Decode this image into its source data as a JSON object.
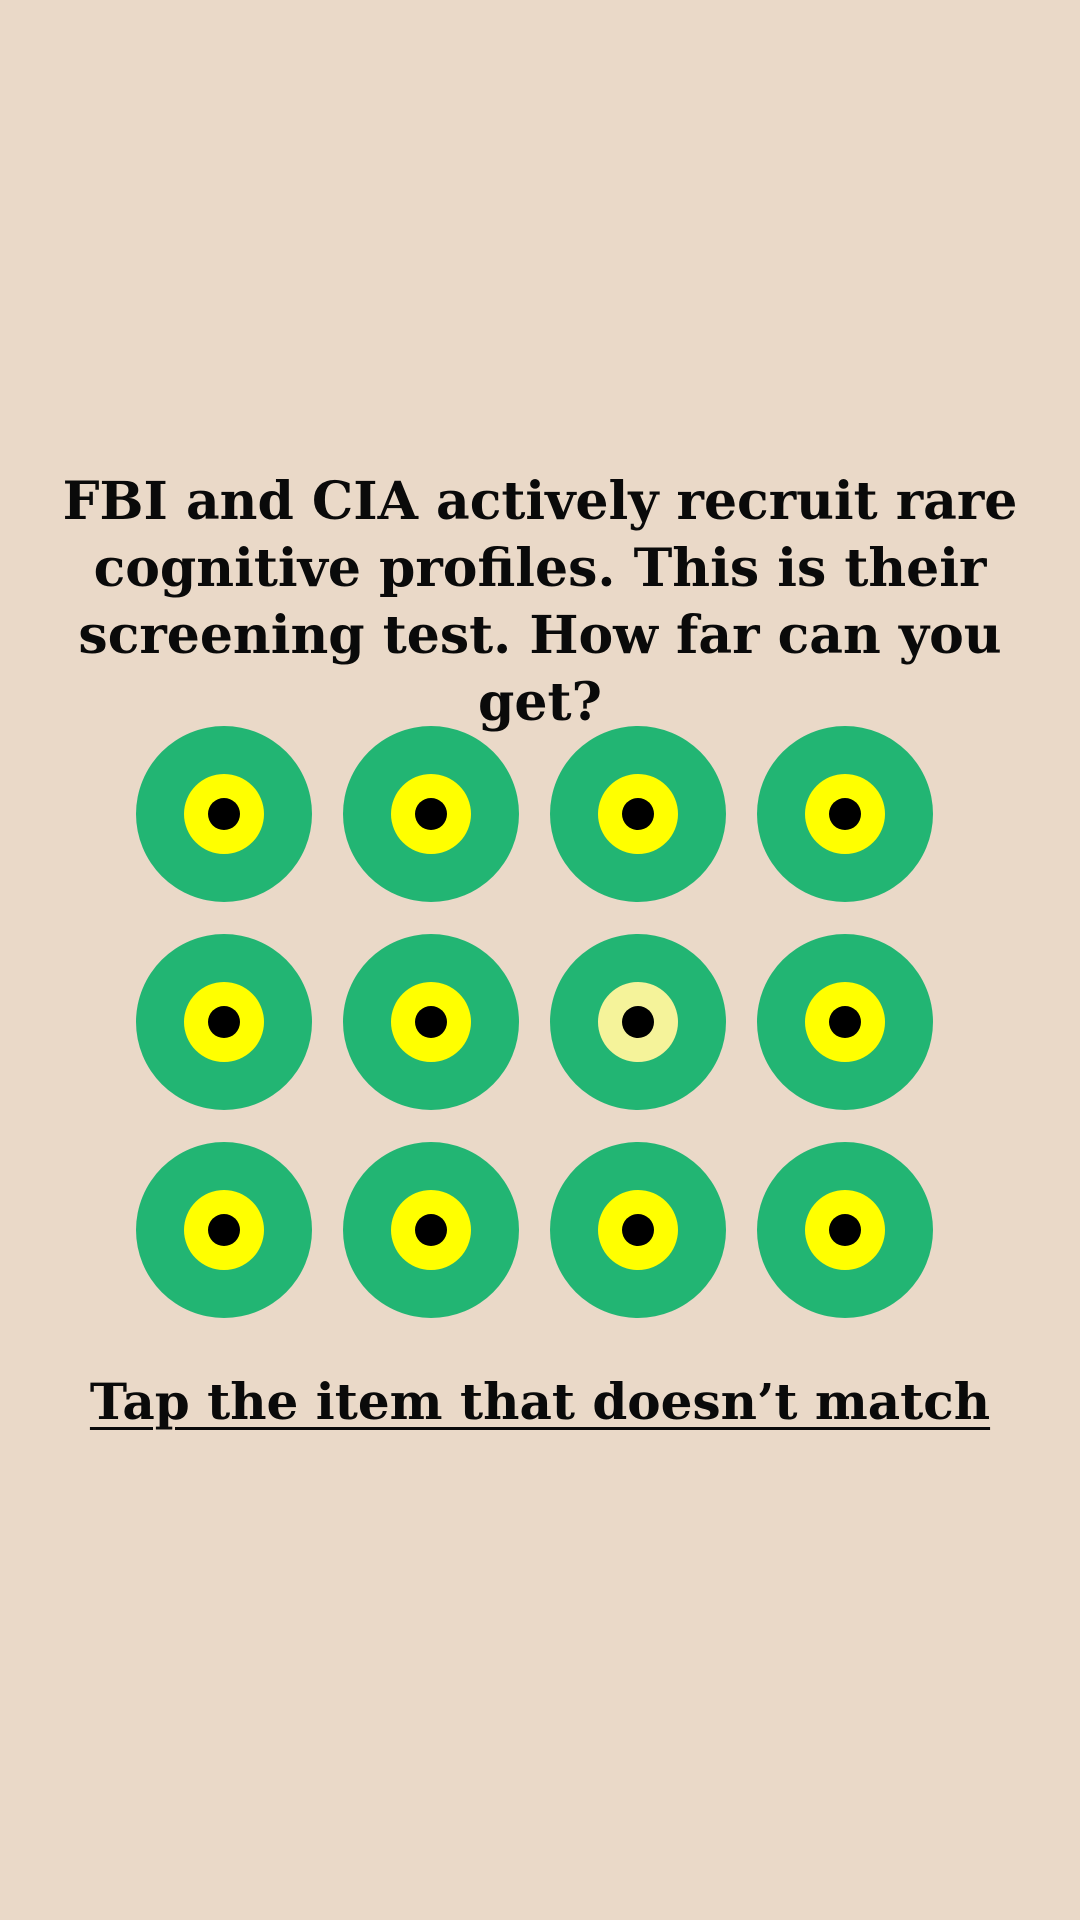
{
  "headline": {
    "bold": "FBI and CIA actively recruit rare cognitive profiles.",
    "regular": " This is their screening test. How far can you get?"
  },
  "instruction": {
    "label": "Tap the item that doesn’t match"
  },
  "colors": {
    "background": "#ead9c8",
    "outer_ring": "#22b573",
    "middle_ring": "#ffff00",
    "middle_ring_odd": "#f5f39a",
    "pupil": "#000000"
  },
  "grid": {
    "rows": 3,
    "columns": 4,
    "odd_item_index": 6
  }
}
